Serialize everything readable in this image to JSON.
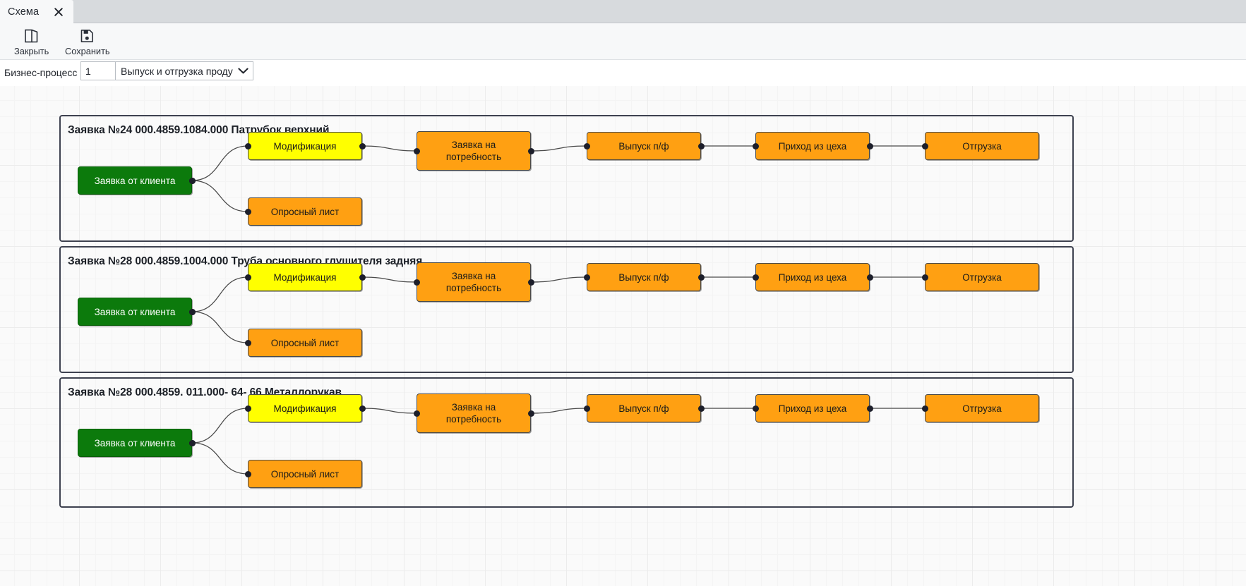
{
  "tab": {
    "label": "Схема",
    "close_icon": "close-icon"
  },
  "toolbar": {
    "close_label": "Закрыть",
    "close_icon": "close-door-icon",
    "save_label": "Сохранить",
    "save_icon": "floppy-disk-icon",
    "corner_value": "0"
  },
  "parambar": {
    "label": "Бизнес-процесс",
    "code_value": "1",
    "select_value": "Выпуск и отгрузка проду",
    "caret_icon": "chevron-down-icon"
  },
  "colors": {
    "start": "#0c7a0c",
    "modify": "#ffff00",
    "step": "#ffa012",
    "lane_border": "#3e4250",
    "canvas": "#fafafa"
  },
  "lanes": [
    {
      "title": "Заявка №24 000.4859.1084.000 Патрубок верхний",
      "nodes": [
        {
          "id": "start",
          "label": "Заявка от клиента",
          "kind": "green"
        },
        {
          "id": "modify",
          "label": "Модификация",
          "kind": "yellow"
        },
        {
          "id": "survey",
          "label": "Опросный лист",
          "kind": "orange"
        },
        {
          "id": "need",
          "label": "Заявка на\nпотребность",
          "kind": "orange"
        },
        {
          "id": "release",
          "label": "Выпуск п/ф",
          "kind": "orange"
        },
        {
          "id": "arrival",
          "label": "Приход из цеха",
          "kind": "orange"
        },
        {
          "id": "ship",
          "label": "Отгрузка",
          "kind": "orange"
        }
      ]
    },
    {
      "title": "Заявка №28 000.4859.1004.000 Труба основного глушителя задняя",
      "nodes": [
        {
          "id": "start",
          "label": "Заявка от клиента",
          "kind": "green"
        },
        {
          "id": "modify",
          "label": "Модификация",
          "kind": "yellow"
        },
        {
          "id": "survey",
          "label": "Опросный лист",
          "kind": "orange"
        },
        {
          "id": "need",
          "label": "Заявка на\nпотребность",
          "kind": "orange"
        },
        {
          "id": "release",
          "label": "Выпуск п/ф",
          "kind": "orange"
        },
        {
          "id": "arrival",
          "label": "Приход из цеха",
          "kind": "orange"
        },
        {
          "id": "ship",
          "label": "Отгрузка",
          "kind": "orange"
        }
      ]
    },
    {
      "title": "Заявка №28 000.4859. 011.000- 64- 66 Металлорукав",
      "nodes": [
        {
          "id": "start",
          "label": "Заявка от клиента",
          "kind": "green"
        },
        {
          "id": "modify",
          "label": "Модификация",
          "kind": "yellow"
        },
        {
          "id": "survey",
          "label": "Опросный лист",
          "kind": "orange"
        },
        {
          "id": "need",
          "label": "Заявка на\nпотребность",
          "kind": "orange"
        },
        {
          "id": "release",
          "label": "Выпуск п/ф",
          "kind": "orange"
        },
        {
          "id": "arrival",
          "label": "Приход из цеха",
          "kind": "orange"
        },
        {
          "id": "ship",
          "label": "Отгрузка",
          "kind": "orange"
        }
      ]
    }
  ]
}
